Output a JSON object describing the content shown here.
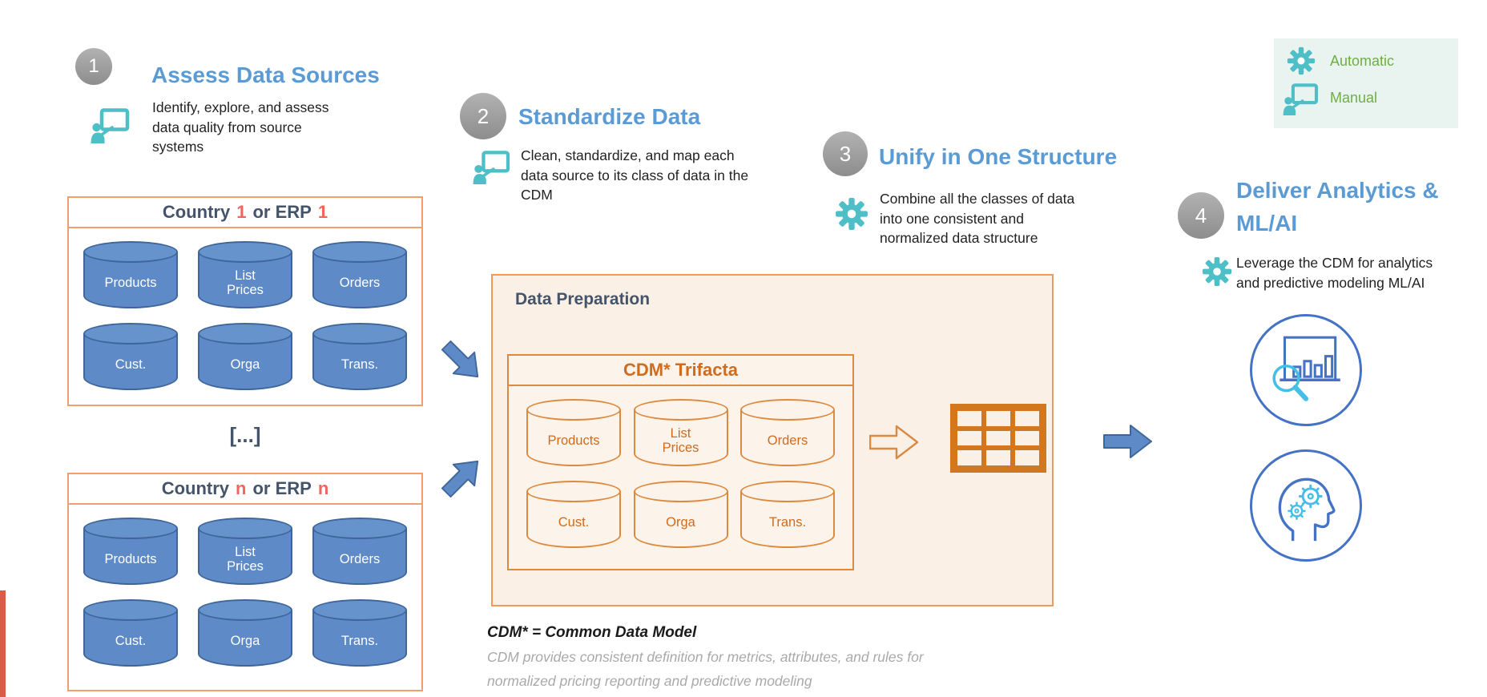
{
  "steps": [
    {
      "number": "1",
      "title": "Assess Data Sources",
      "icon": "manual",
      "description": "Identify, explore, and assess data quality from source systems"
    },
    {
      "number": "2",
      "title": "Standardize Data",
      "icon": "manual",
      "description": "Clean, standardize, and map each data source to its class of data in the CDM"
    },
    {
      "number": "3",
      "title": "Unify in One Structure",
      "icon": "automatic",
      "description": "Combine all the classes of data into one consistent and normalized data structure"
    },
    {
      "number": "4",
      "title": "Deliver Analytics & ML/AI",
      "icon": "automatic",
      "description": "Leverage the CDM for analytics and predictive modeling ML/AI"
    }
  ],
  "legend": {
    "items": [
      {
        "icon": "gear",
        "label": "Automatic"
      },
      {
        "icon": "manual-presenter",
        "label": "Manual"
      }
    ]
  },
  "sources": {
    "boxes": [
      {
        "title_parts": [
          "Country",
          "1",
          "or ERP",
          "1"
        ],
        "cylinders": [
          "Products",
          "List\nPrices",
          "Orders",
          "Cust.",
          "Orga",
          "Trans."
        ]
      },
      {
        "title_parts": [
          "Country",
          "n",
          "or ERP",
          "n"
        ],
        "cylinders": [
          "Products",
          "List\nPrices",
          "Orders",
          "Cust.",
          "Orga",
          "Trans."
        ]
      }
    ],
    "ellipsis": "[...]"
  },
  "data_preparation": {
    "title": "Data Preparation",
    "cdm": {
      "title": "CDM* Trifacta",
      "cylinders": [
        "Products",
        "List\nPrices",
        "Orders",
        "Cust.",
        "Orga",
        "Trans."
      ]
    }
  },
  "footnote": {
    "heading": "CDM* = Common Data Model",
    "line1": "CDM provides consistent definition for metrics, attributes, and rules for",
    "line2": "normalized pricing reporting and predictive modeling"
  },
  "colors": {
    "accent_blue": "#5B9BD5",
    "navy": "#44546A",
    "teal": "#4EBEC7",
    "green": "#70AD47",
    "orange_text": "#CF6C1E",
    "orange_border": "#DD8A3F",
    "light_orange_border": "#EFA06C",
    "red_numeral": "#F2645D",
    "cylinder_blue": "#5E8AC7",
    "cylinder_blue_border": "#3F6699",
    "cream": "#FBF0E5",
    "icon_circle_blue": "#4472C4",
    "icon_light_blue": "#45BEE8"
  }
}
